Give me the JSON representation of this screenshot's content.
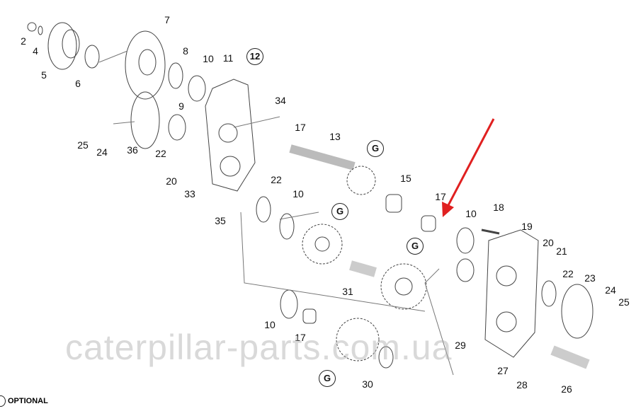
{
  "labels": [
    "2",
    "4",
    "5",
    "6",
    "7",
    "8",
    "10",
    "11",
    "12",
    "34",
    "9",
    "36",
    "22",
    "25",
    "24",
    "20",
    "33",
    "17",
    "13",
    "G",
    "15",
    "22",
    "10",
    "35",
    "G",
    "17",
    "10",
    "18",
    "19",
    "20",
    "21",
    "22",
    "23",
    "24",
    "25",
    "G",
    "31",
    "10",
    "17",
    "29",
    "27",
    "28",
    "26",
    "30",
    "G"
  ],
  "legend": {
    "symbol": "G",
    "text": "OPTIONAL"
  },
  "watermark": "caterpillar-parts.com.ua",
  "colors": {
    "arrow": "#e02020",
    "lines": "#333333"
  }
}
